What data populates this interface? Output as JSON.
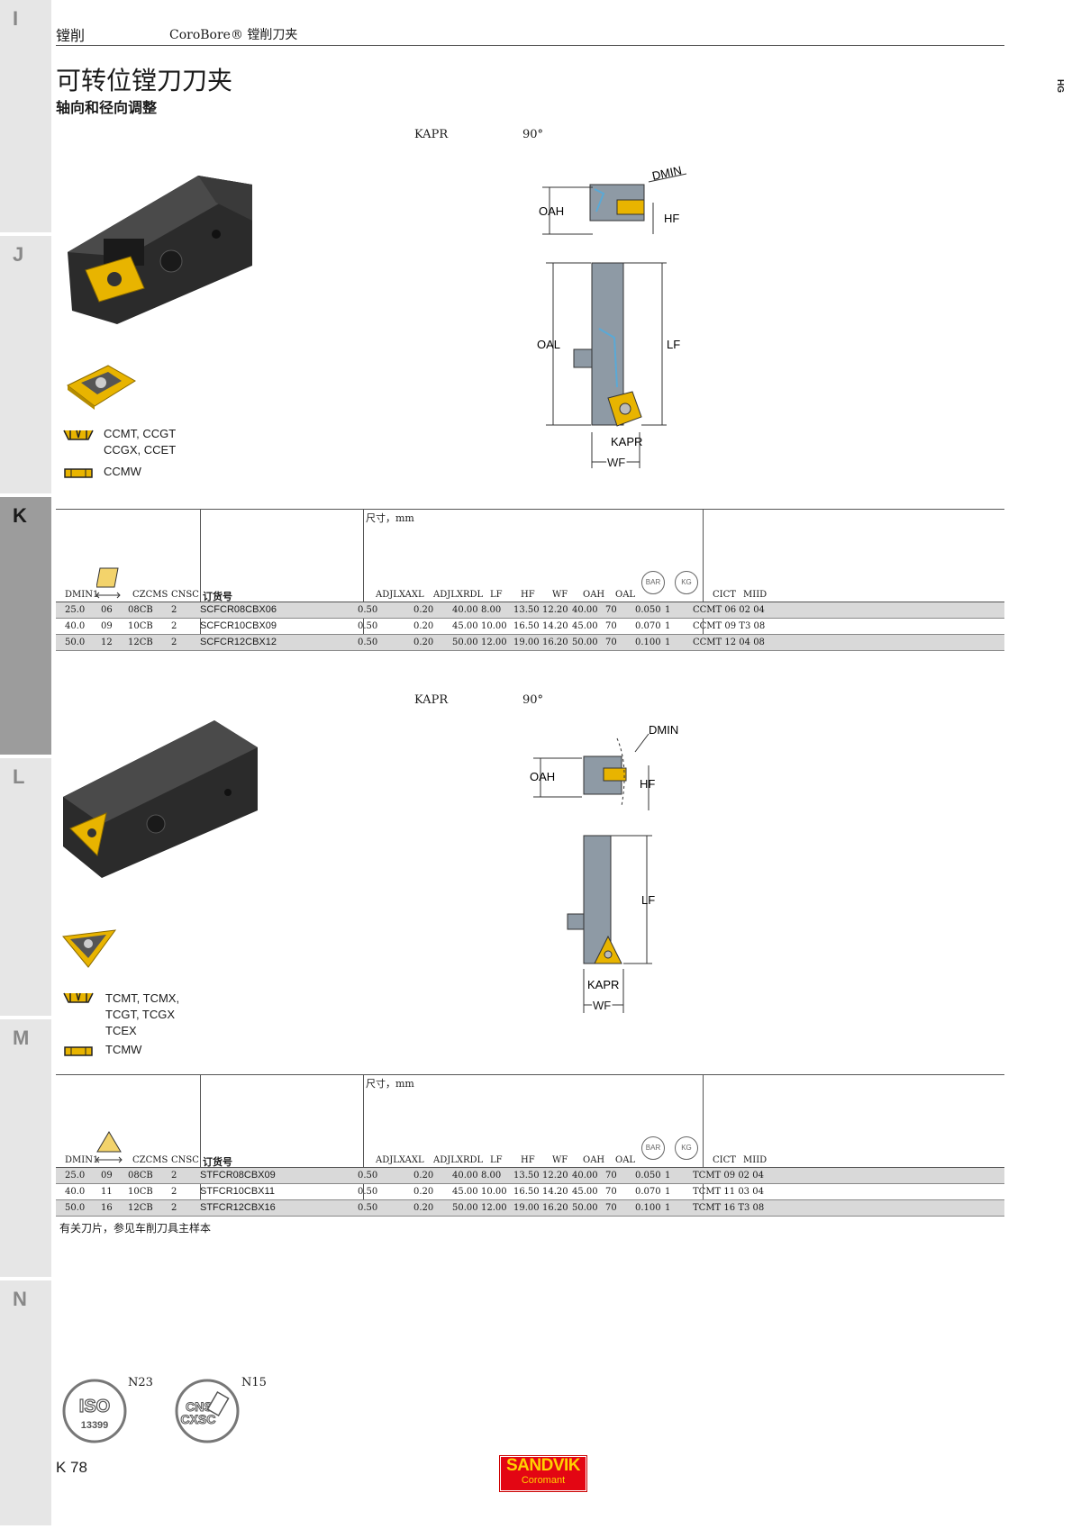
{
  "tabs": [
    "I",
    "J",
    "K",
    "L",
    "M",
    "N"
  ],
  "active_tab": "K",
  "header": {
    "section": "镗削",
    "brand": "CoroBore® 镗削刀夹"
  },
  "side_mark": "HG",
  "title": "可转位镗刀刀夹",
  "subtitle": "轴向和径向调整",
  "section1": {
    "kapr_label": "KAPR",
    "kapr_value": "90°",
    "insert_types": [
      "CCMT, CCGT",
      "CCGX, CCET",
      "CCMW"
    ],
    "dims": [
      "DMIN",
      "OAH",
      "HF",
      "OAL",
      "LF",
      "KAPR",
      "WF"
    ],
    "table": {
      "dim_header": "尺寸，mm",
      "columns": [
        "DMIN1",
        "CZCMS",
        "CNSC",
        "订货号",
        "ADJLXAXL",
        "ADJLXRDL",
        "LF",
        "HF",
        "WF",
        "OAH",
        "OAL",
        "BAR",
        "KG",
        "CICT",
        "MIID"
      ],
      "rows": [
        [
          "25.0",
          "06",
          "08CB",
          "2",
          "SCFCR08CBX06",
          "0.50",
          "0.20",
          "40.00",
          "8.00",
          "13.50",
          "12.20",
          "40.00",
          "70",
          "0.050",
          "1",
          "CCMT 06 02 04"
        ],
        [
          "40.0",
          "09",
          "10CB",
          "2",
          "SCFCR10CBX09",
          "0.50",
          "0.20",
          "45.00",
          "10.00",
          "16.50",
          "14.20",
          "45.00",
          "70",
          "0.070",
          "1",
          "CCMT 09 T3 08"
        ],
        [
          "50.0",
          "12",
          "12CB",
          "2",
          "SCFCR12CBX12",
          "0.50",
          "0.20",
          "50.00",
          "12.00",
          "19.00",
          "16.20",
          "50.00",
          "70",
          "0.100",
          "1",
          "CCMT 12 04 08"
        ]
      ]
    }
  },
  "section2": {
    "kapr_label": "KAPR",
    "kapr_value": "90°",
    "insert_types": [
      "TCMT, TCMX,",
      "TCGT, TCGX",
      "TCEX",
      "TCMW"
    ],
    "dims": [
      "DMIN",
      "OAH",
      "HF",
      "LF",
      "KAPR",
      "WF"
    ],
    "table": {
      "dim_header": "尺寸，mm",
      "rows": [
        [
          "25.0",
          "09",
          "08CB",
          "2",
          "STFCR08CBX09",
          "0.50",
          "0.20",
          "40.00",
          "8.00",
          "13.50",
          "12.20",
          "40.00",
          "70",
          "0.050",
          "1",
          "TCMT 09 02 04"
        ],
        [
          "40.0",
          "11",
          "10CB",
          "2",
          "STFCR10CBX11",
          "0.50",
          "0.20",
          "45.00",
          "10.00",
          "16.50",
          "14.20",
          "45.00",
          "70",
          "0.070",
          "1",
          "TCMT 11 03 04"
        ],
        [
          "50.0",
          "16",
          "12CB",
          "2",
          "STFCR12CBX16",
          "0.50",
          "0.20",
          "50.00",
          "12.00",
          "19.00",
          "16.20",
          "50.00",
          "70",
          "0.100",
          "1",
          "TCMT 16 T3 08"
        ]
      ]
    }
  },
  "footnote": "有关刀片，参见车削刀具主样本",
  "badges": [
    {
      "text": "ISO 13399",
      "code": "N23"
    },
    {
      "text": "CNSC CXSC",
      "code": "N15"
    }
  ],
  "page_number": "K 78",
  "logo": {
    "line1": "SANDVIK",
    "line2": "Coromant"
  },
  "colors": {
    "insert": "#e8b400",
    "body": "#2b2b2b",
    "tab_active": "#9c9c9c",
    "tab": "#e6e6e6",
    "logo_red": "#e30613",
    "coolant": "#5aa9d6"
  }
}
